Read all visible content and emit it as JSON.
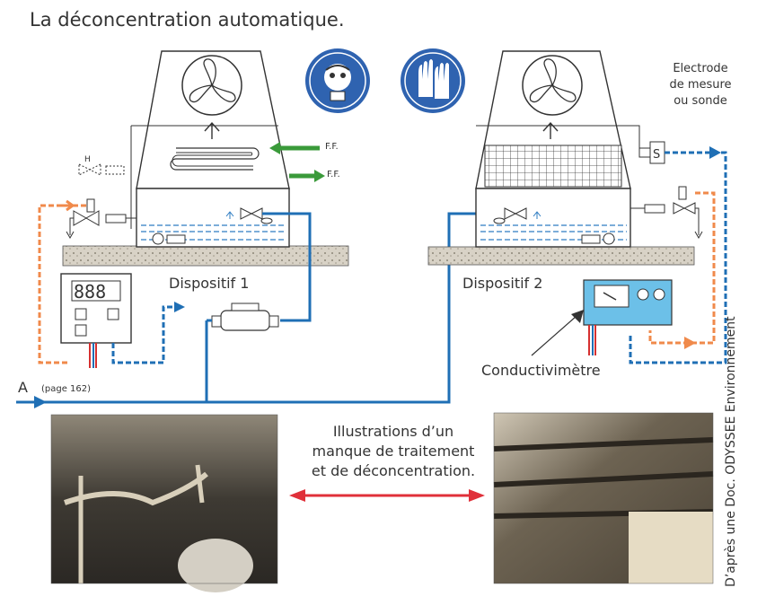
{
  "title": "La déconcentration automatique.",
  "labels": {
    "device1": "Dispositif 1",
    "device2": "Dispositif 2",
    "electrode": [
      "Electrode",
      "de mesure",
      "ou sonde"
    ],
    "ff1": "F.F.",
    "ff2": "F.F.",
    "sonde_letter": "S",
    "h_letter": "H",
    "conductivimetre": "Conductivimètre",
    "a_label": "A",
    "a_ref": "(page 162)",
    "caption": [
      "Illustrations d’un",
      "manque de traitement",
      "et de déconcentration."
    ],
    "credit": "D’après une Doc. ODYSSEE Environnement"
  },
  "icons": [
    "fan-icon",
    "face-shield-icon",
    "gloves-icon",
    "valve-icon",
    "water-meter-icon"
  ],
  "colors": {
    "orange_line": "#f08a4b",
    "blue_line": "#1f6fb5",
    "green_arrow": "#3a9a3a",
    "red_arrow": "#e0303a",
    "safety_blue": "#2f63b0",
    "meter_blue": "#6cc0e8"
  }
}
